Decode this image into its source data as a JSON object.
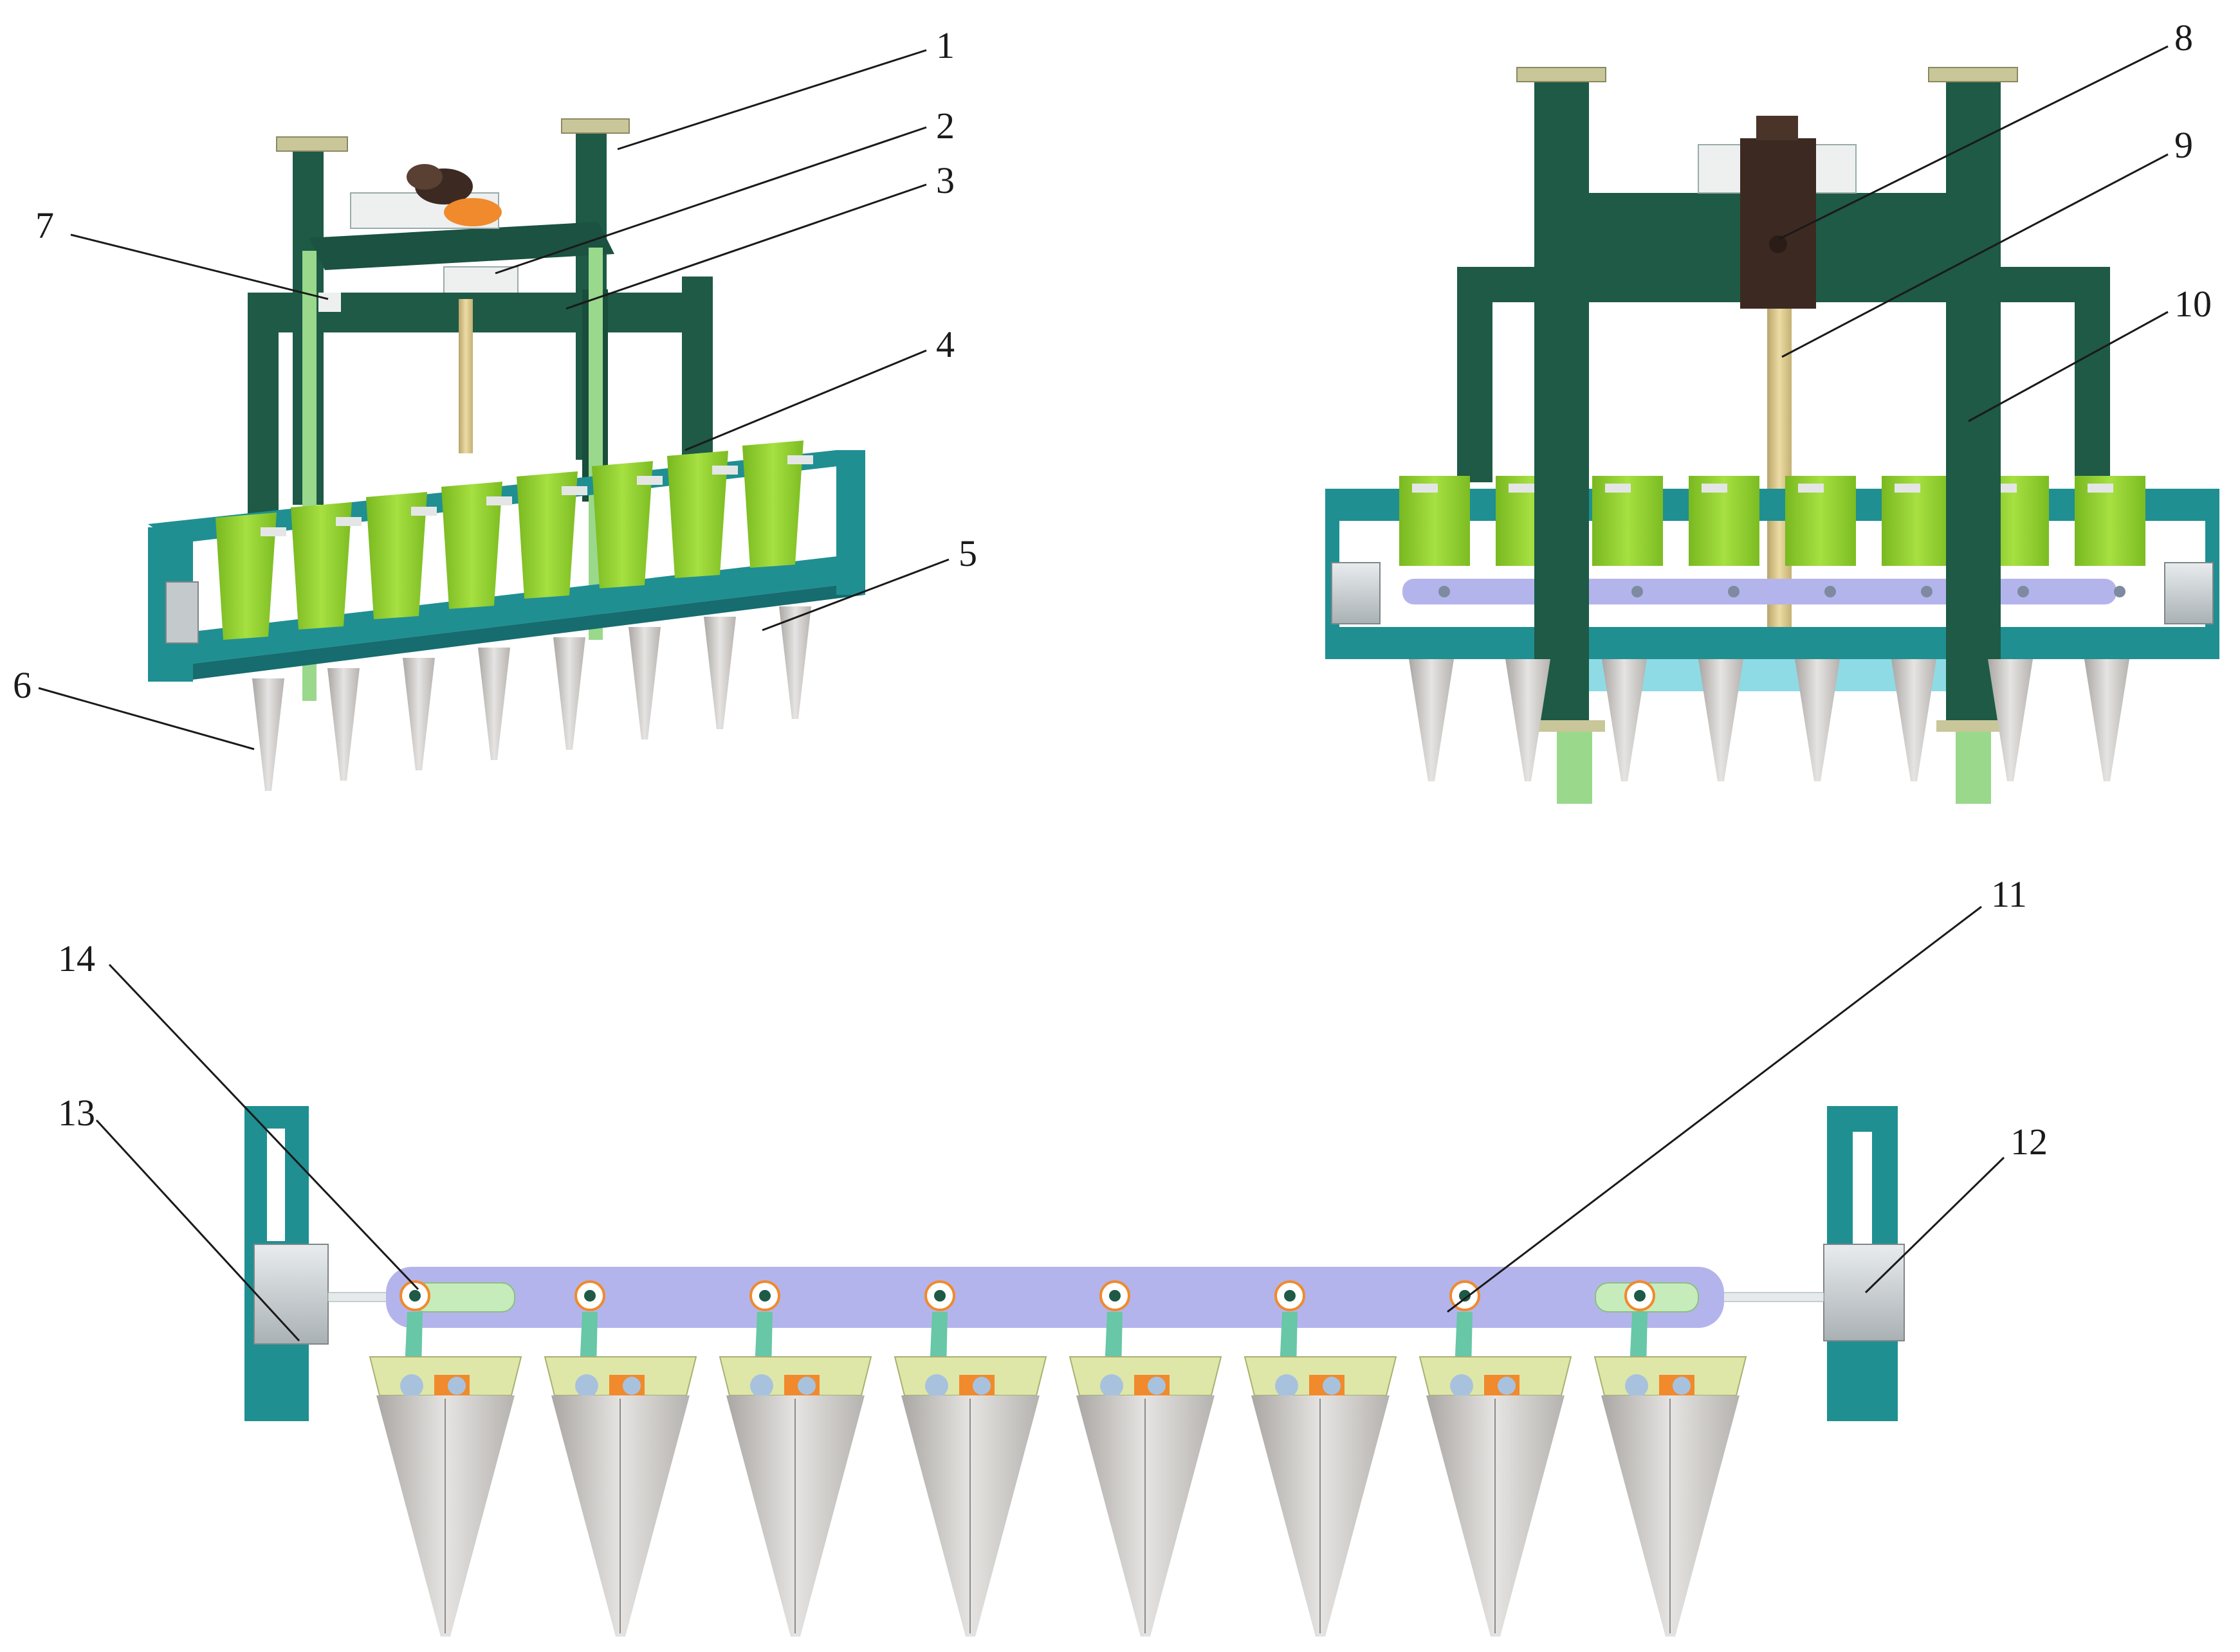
{
  "colors": {
    "frame_green": "#1e5a46",
    "frame_green_dark": "#154536",
    "frame_green_light": "#2c7a5e",
    "box_teal": "#1f8f92",
    "box_teal_dark": "#166c6e",
    "cup_green": "#8fd12b",
    "cup_green_dark": "#6fab18",
    "dibber_grey": "#c9c6c3",
    "dibber_grey_dark": "#9a9794",
    "rod_tan": "#d8c48a",
    "motor_brown": "#3c2a22",
    "bracket_white": "#eef0f0",
    "bar_lavender": "#b4b4ec",
    "plate_yellow": "#dfe7a8",
    "lever_mint": "#67c7a6",
    "orange": "#f08a2c",
    "light_green_plate": "#9ad88c",
    "lightblue_plate": "#8edbe6",
    "cylinder_grey": "#c4c9cb",
    "pin_blue": "#a8c2de",
    "line": "#1a1a1a"
  },
  "callouts": [
    {
      "id": "1",
      "label": "1"
    },
    {
      "id": "2",
      "label": "2"
    },
    {
      "id": "3",
      "label": "3"
    },
    {
      "id": "4",
      "label": "4"
    },
    {
      "id": "5",
      "label": "5"
    },
    {
      "id": "6",
      "label": "6"
    },
    {
      "id": "7",
      "label": "7"
    },
    {
      "id": "8",
      "label": "8"
    },
    {
      "id": "9",
      "label": "9"
    },
    {
      "id": "10",
      "label": "10"
    },
    {
      "id": "11",
      "label": "11"
    },
    {
      "id": "12",
      "label": "12"
    },
    {
      "id": "13",
      "label": "13"
    },
    {
      "id": "14",
      "label": "14"
    }
  ],
  "views": [
    {
      "name": "isometric-view",
      "cups": 8,
      "dibbers": 8
    },
    {
      "name": "front-view",
      "cups": 8,
      "dibbers": 8
    },
    {
      "name": "linkage-detail-view",
      "pins": 8,
      "dibbers": 8
    }
  ]
}
